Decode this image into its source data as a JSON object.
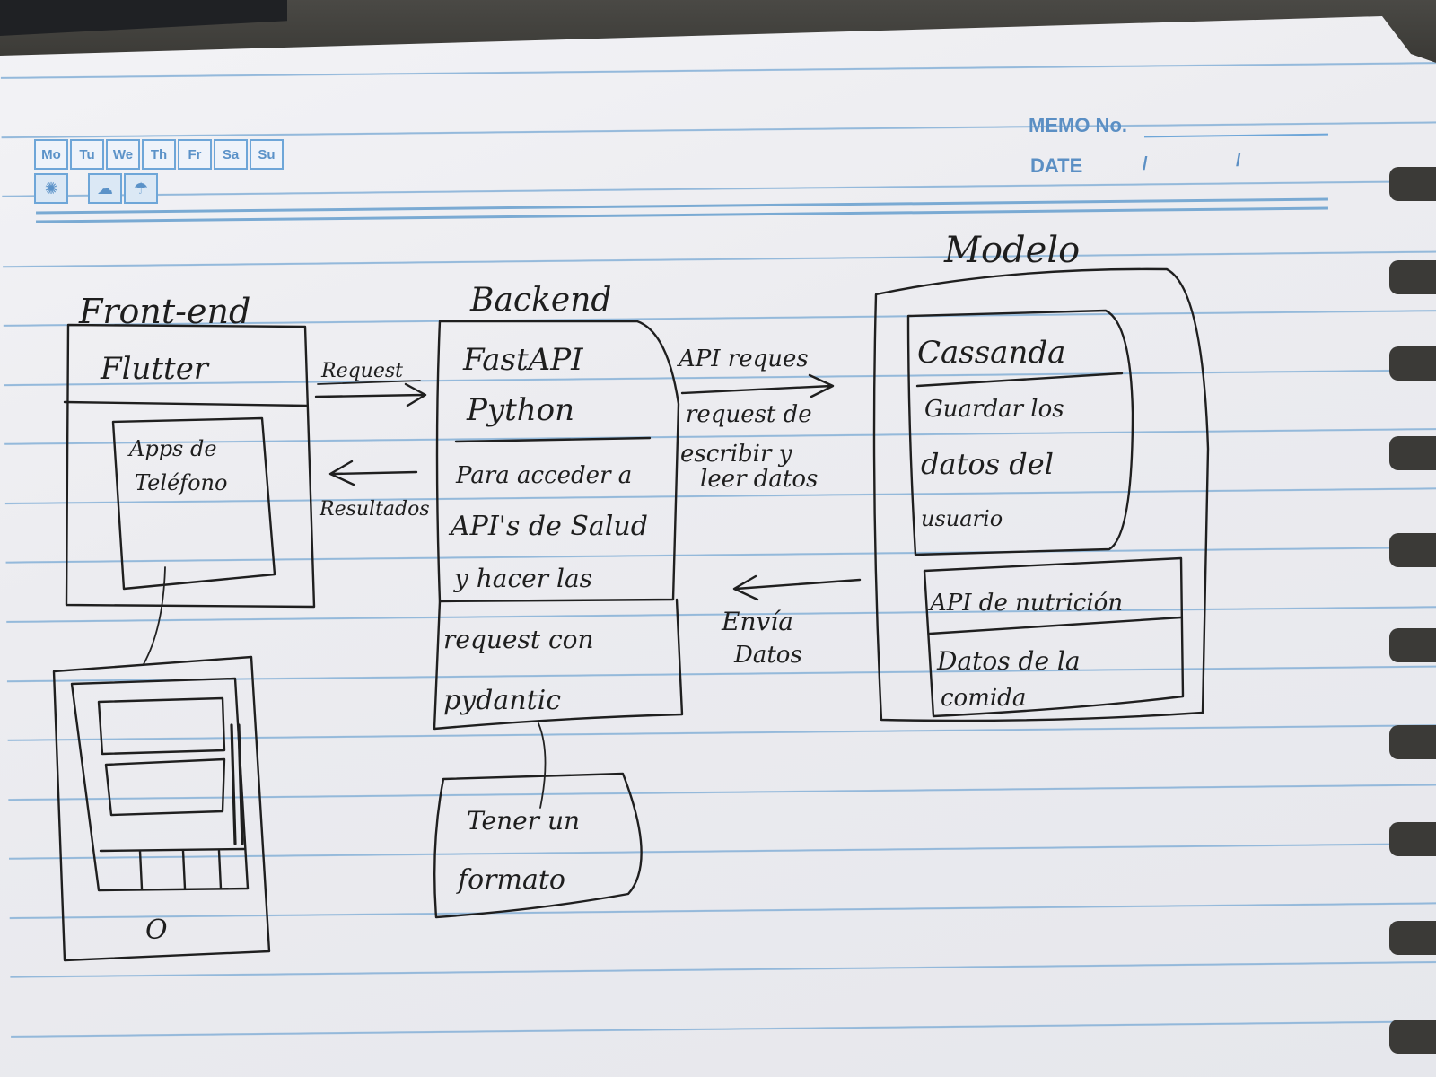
{
  "header": {
    "days": [
      "Mo",
      "Tu",
      "We",
      "Th",
      "Fr",
      "Sa",
      "Su"
    ],
    "memo_label": "MEMO No.",
    "date_label": "DATE"
  },
  "diagram": {
    "frontend": {
      "title": "Front-end",
      "framework": "Flutter",
      "app_label_line1": "Apps de",
      "app_label_line2": "Teléfono",
      "phone_button": "O"
    },
    "arrows": {
      "request": "Request",
      "results": "Resultados",
      "api_request": "API reques",
      "request_de": "request de",
      "escribir": "escribir y",
      "leer": "leer datos",
      "envia": "Envía",
      "datos": "Datos"
    },
    "backend": {
      "title": "Backend",
      "line1": "FastAPI",
      "line2": "Python",
      "desc1": "Para acceder a",
      "desc2": "API's de Salud",
      "desc3": "y hacer las",
      "desc4": "request con",
      "desc5": "pydantic",
      "note1": "Tener un",
      "note2": "formato"
    },
    "modelo": {
      "title": "Modelo",
      "db_title": "Cassanda",
      "db_desc1": "Guardar los",
      "db_desc2": "datos del",
      "db_desc3": "usuario",
      "api_title": "API de nutrición",
      "api_desc1": "Datos de la",
      "api_desc2": "comida"
    }
  }
}
